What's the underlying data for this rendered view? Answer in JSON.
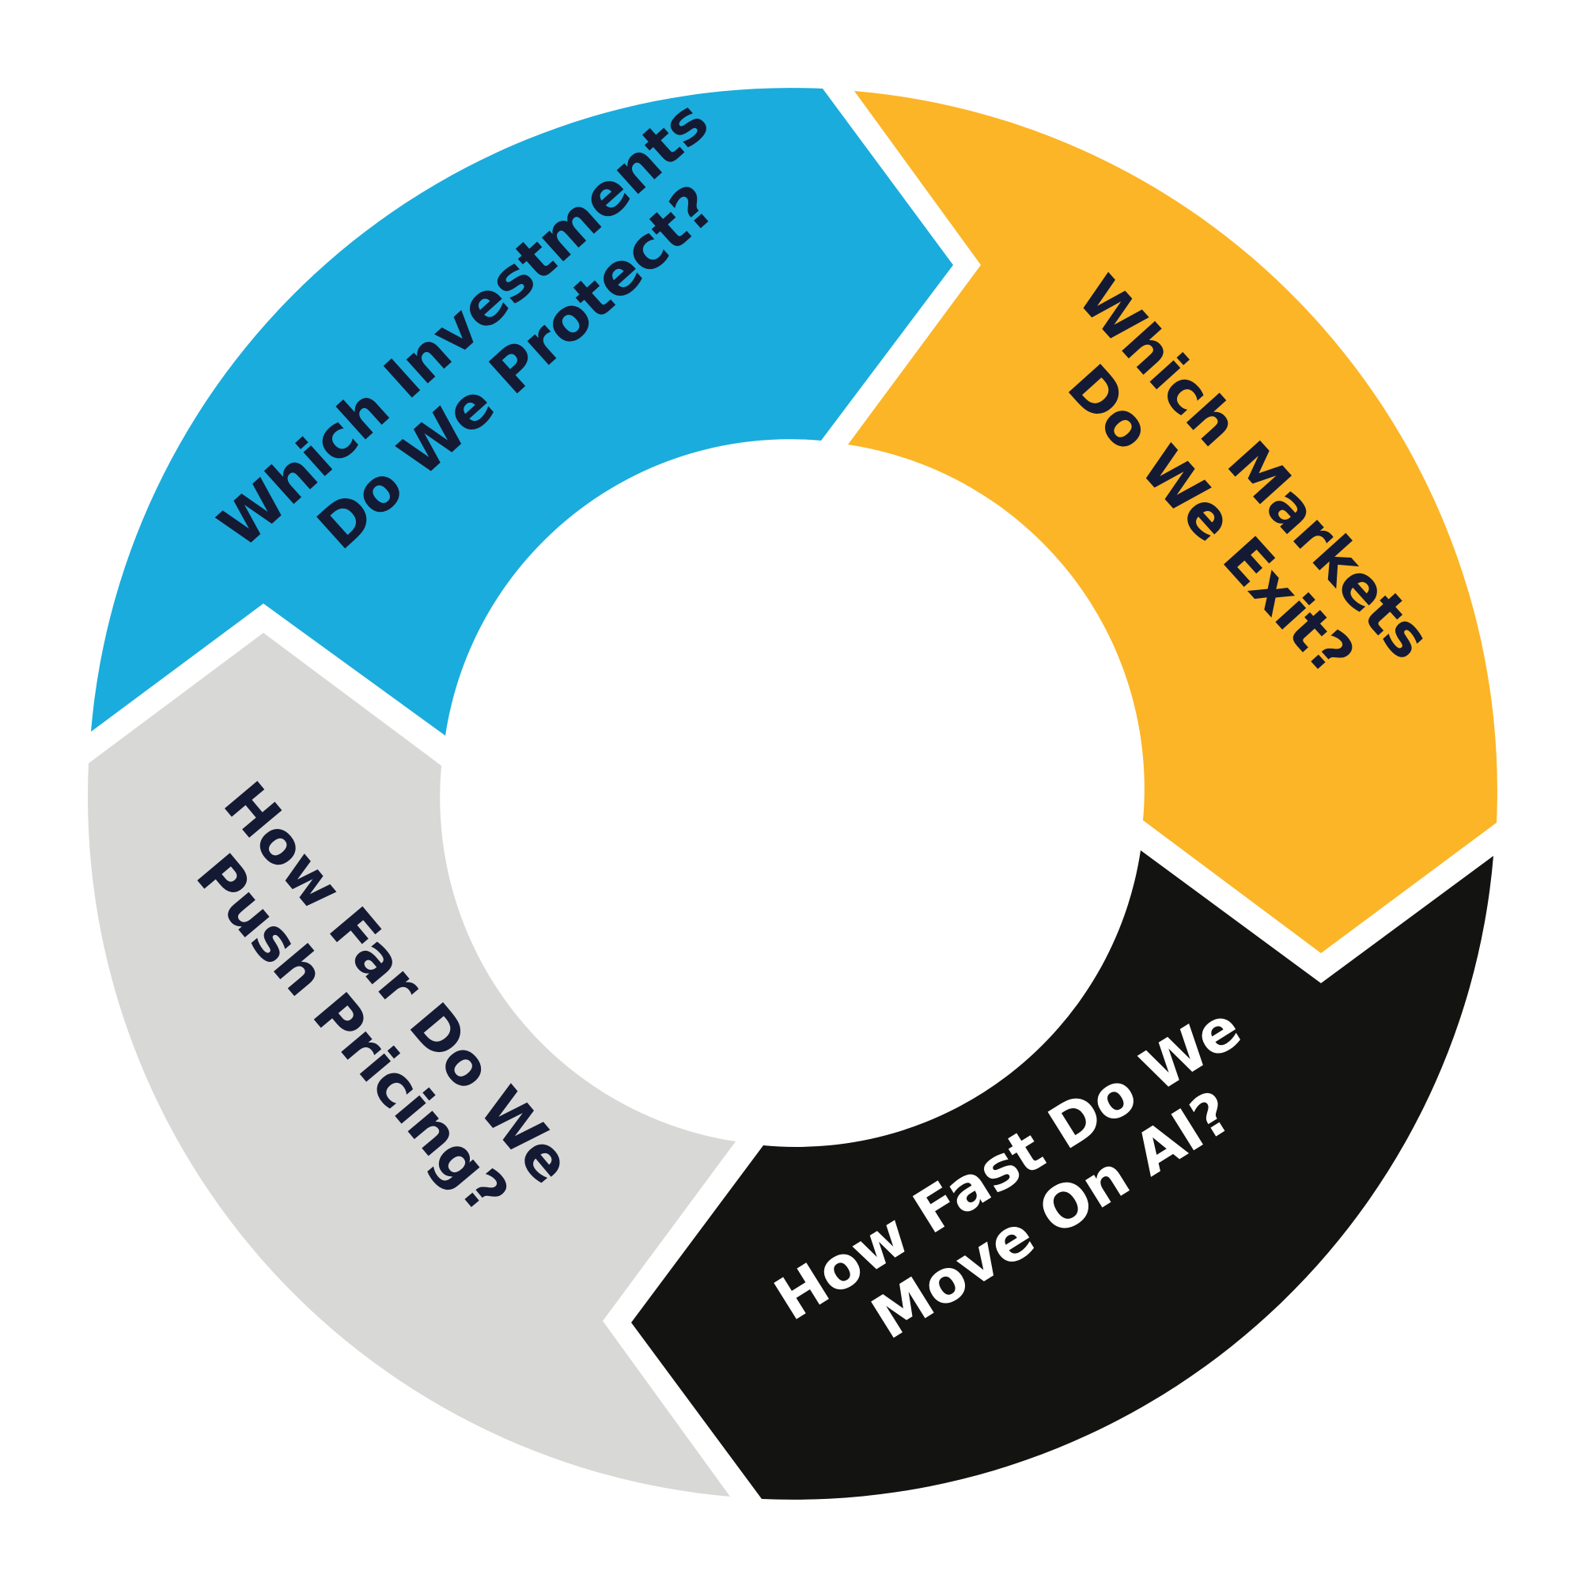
{
  "diagram": {
    "type": "cycle",
    "segments": [
      {
        "id": "investments",
        "lines": [
          "Which Investments",
          "Do We Protect?"
        ],
        "fill": "#1aacdc",
        "text_color": "#141a33"
      },
      {
        "id": "markets",
        "lines": [
          "Which Markets",
          "Do We Exit?"
        ],
        "fill": "#fbb526",
        "text_color": "#141a33"
      },
      {
        "id": "ai",
        "lines": [
          "How Fast Do We",
          "Move On AI?"
        ],
        "fill": "#131412",
        "text_color": "#ffffff"
      },
      {
        "id": "pricing",
        "lines": [
          "How Far Do We",
          "Push Pricing?"
        ],
        "fill": "#d8d8d6",
        "text_color": "#141a33"
      }
    ]
  }
}
